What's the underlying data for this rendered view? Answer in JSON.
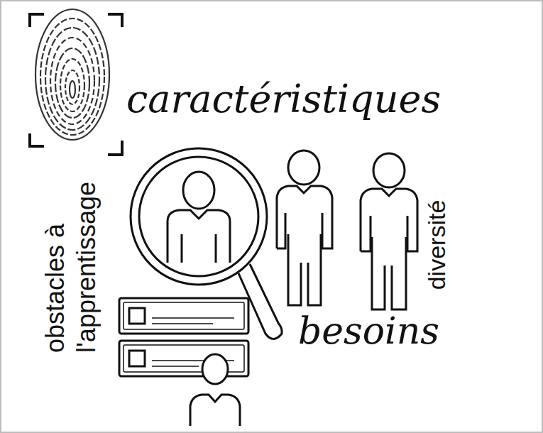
{
  "diagram": {
    "labels": [
      "caractéristiques",
      "obstacles à l'apprentissage",
      "diversité",
      "besoins"
    ]
  }
}
